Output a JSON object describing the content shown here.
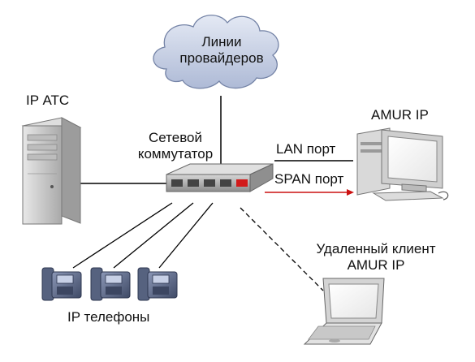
{
  "diagram": {
    "cloud_label_line1": "Линии",
    "cloud_label_line2": "провайдеров",
    "pbx_label": "IP АТС",
    "switch_label_line1": "Сетевой",
    "switch_label_line2": "коммутатор",
    "amur_label": "AMUR IP",
    "lan_port_label": "LAN порт",
    "span_port_label": "SPAN порт",
    "phones_label": "IP телефоны",
    "remote_label_line1": "Удаленный клиент",
    "remote_label_line2": "AMUR IP",
    "colors": {
      "line": "#000000",
      "span_line": "#cc1111",
      "cloud_fill": "#c9d3e6",
      "device_gray": "#cfcfcf",
      "phone_blue": "#5a6a8c"
    }
  }
}
